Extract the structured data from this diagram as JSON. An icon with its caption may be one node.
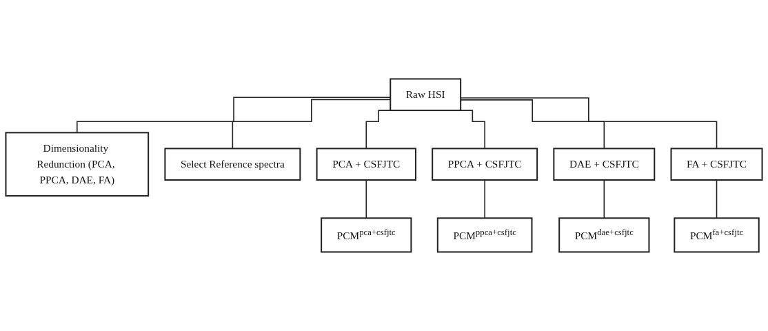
{
  "diagram": {
    "nodes": [
      {
        "text": [
          "Raw HSI"
        ]
      },
      {
        "text": [
          "Dimensionality Redunction (PCA, PPCA, DAE, FA)"
        ]
      },
      {
        "text": [
          "Select Reference spectra"
        ]
      },
      {
        "text": [
          "PCA + CSFJTC"
        ]
      },
      {
        "text": [
          "PPCA + CSFJTC"
        ]
      },
      {
        "text": [
          "DAE + CSFJTC"
        ]
      },
      {
        "text": [
          "FA + CSFJTC"
        ]
      },
      {
        "text": [
          "PCM$^{pca+csfjtc}$"
        ]
      },
      {
        "text": [
          "PCM$^{ppca+csfjtc}$"
        ]
      },
      {
        "text": [
          "PCM$^{dae+csfjtc}$"
        ]
      },
      {
        "text": [
          "PCM$^{fa+csfjtc}$"
        ]
      }
    ],
    "edges": [
      {
        "from": 0,
        "to": 1,
        "arrow": "none"
      },
      {
        "from": 0,
        "to": 2,
        "arrow": "none"
      },
      {
        "from": 0,
        "to": 3,
        "arrow": "none"
      },
      {
        "from": 0,
        "to": 4,
        "arrow": "none"
      },
      {
        "from": 0,
        "to": 5,
        "arrow": "none"
      },
      {
        "from": 0,
        "to": 6,
        "arrow": "none"
      },
      {
        "from": 3,
        "to": 7,
        "arrow": "none"
      },
      {
        "from": 4,
        "to": 8,
        "arrow": "none"
      },
      {
        "from": 5,
        "to": 9,
        "arrow": "none"
      },
      {
        "from": 6,
        "to": 10,
        "arrow": "none"
      }
    ]
  }
}
